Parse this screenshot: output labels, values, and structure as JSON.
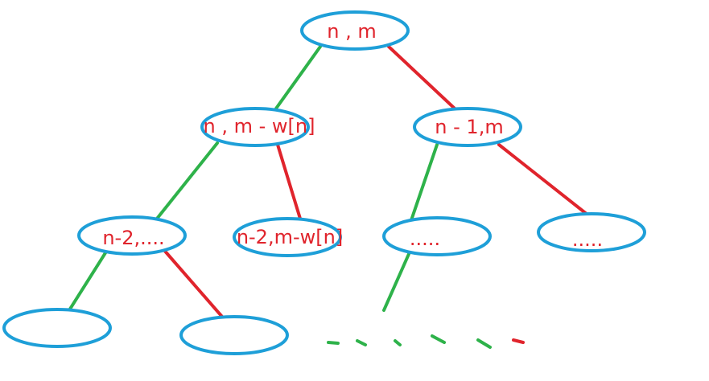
{
  "colors": {
    "node_outline": "#1e9fd8",
    "label_text": "#e0242c",
    "left_branch": "#2eb24a",
    "right_branch": "#e0242c"
  },
  "nodes": {
    "root": "n , m",
    "l1_left": "n , m - w[n]",
    "l1_right": "n - 1,m",
    "l2_a": "n-2,....",
    "l2_b": "n-2,m-w[n]",
    "l2_c": ".....",
    "l2_d": ".....",
    "l3_a": "",
    "l3_b": ""
  },
  "edges": [
    {
      "from": "root",
      "to": "l1_left",
      "branch": "left"
    },
    {
      "from": "root",
      "to": "l1_right",
      "branch": "right"
    },
    {
      "from": "l1_left",
      "to": "l2_a",
      "branch": "left"
    },
    {
      "from": "l1_left",
      "to": "l2_b",
      "branch": "right"
    },
    {
      "from": "l1_right",
      "to": "l2_c",
      "branch": "left"
    },
    {
      "from": "l1_right",
      "to": "l2_d",
      "branch": "right"
    },
    {
      "from": "l2_a",
      "to": "l3_a",
      "branch": "left"
    },
    {
      "from": "l2_a",
      "to": "l3_b",
      "branch": "right"
    },
    {
      "from": "l2_c",
      "to": "",
      "branch": "left"
    }
  ]
}
